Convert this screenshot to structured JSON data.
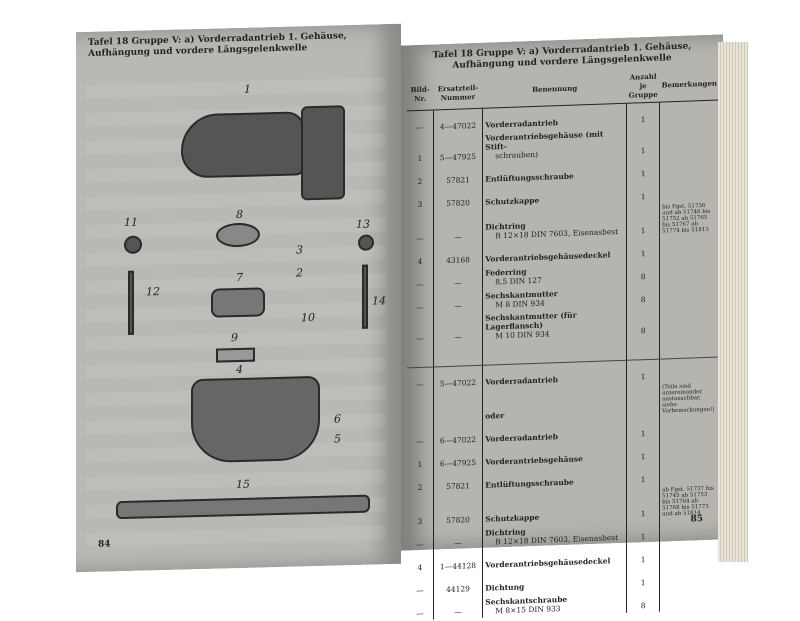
{
  "left_page": {
    "header": "Tafel 18  Gruppe V: a) Vorderradantrieb 1. Gehäuse, Aufhängung und vordere Längsgelenkwelle",
    "part_labels": [
      "1",
      "2",
      "3",
      "4",
      "5",
      "6",
      "7",
      "8",
      "9",
      "10",
      "11",
      "12",
      "13",
      "14",
      "15"
    ],
    "page_number": "84"
  },
  "right_page": {
    "header": "Tafel 18  Gruppe V: a) Vorderradantrieb 1. Gehäuse, Aufhängung und vordere Längsgelenkwelle",
    "columns": [
      "Bild-Nr.",
      "Ersatzteil-Nummer",
      "Benennung",
      "Anzahl je Gruppe",
      "Bemerkungen"
    ],
    "section1": [
      {
        "bild": "—",
        "nr": "4—47022",
        "name": "Vorderradantrieb",
        "sub": "",
        "qty": "1"
      },
      {
        "bild": "1",
        "nr": "5—47925",
        "name": "Vorderantriebsgehäuse (mit Stift-",
        "sub": "schrauben)",
        "qty": "1"
      },
      {
        "bild": "2",
        "nr": "57821",
        "name": "Entlüftungsschraube",
        "sub": "",
        "qty": "1"
      },
      {
        "bild": "3",
        "nr": "57820",
        "name": "Schutzkappe",
        "sub": "",
        "qty": "1"
      },
      {
        "bild": "—",
        "nr": "—",
        "name": "Dichtring",
        "sub": "B 12×18 DIN 7603, Eisenasbest",
        "qty": "1"
      },
      {
        "bild": "4",
        "nr": "43168",
        "name": "Vorderantriebsgehäusedeckel",
        "sub": "",
        "qty": "1"
      },
      {
        "bild": "—",
        "nr": "—",
        "name": "Federring",
        "sub": "8,5 DIN 127",
        "qty": "8"
      },
      {
        "bild": "—",
        "nr": "—",
        "name": "Sechskantmutter",
        "sub": "M 8 DIN 934",
        "qty": "8"
      },
      {
        "bild": "—",
        "nr": "—",
        "name": "Sechskantmutter (für Lagerflansch)",
        "sub": "M 10 DIN 934",
        "qty": "8"
      }
    ],
    "remark1": "bis Fgst. 51736 und ab 51746 bis 51752 ab 51765 bis 51767 ab 51774 bis 51813",
    "section2": [
      {
        "bild": "—",
        "nr": "5—47022",
        "name": "Vorderradantrieb",
        "sub": "",
        "qty": "1"
      },
      {
        "bild": "",
        "nr": "",
        "name": "oder",
        "sub": "",
        "qty": ""
      },
      {
        "bild": "—",
        "nr": "6—47022",
        "name": "Vorderradantrieb",
        "sub": "",
        "qty": "1"
      },
      {
        "bild": "1",
        "nr": "6—47925",
        "name": "Vorderantriebsgehäuse",
        "sub": "",
        "qty": "1"
      },
      {
        "bild": "2",
        "nr": "57821",
        "name": "Entlüftungsschraube",
        "sub": "",
        "qty": "1"
      },
      {
        "bild": "3",
        "nr": "57820",
        "name": "Schutzkappe",
        "sub": "",
        "qty": "1"
      },
      {
        "bild": "—",
        "nr": "—",
        "name": "Dichtring",
        "sub": "B 12×18 DIN 7603, Eisenasbest",
        "qty": "1"
      },
      {
        "bild": "4",
        "nr": "1—44128",
        "name": "Vorderantriebsgehäusedeckel",
        "sub": "",
        "qty": "1"
      },
      {
        "bild": "—",
        "nr": "44129",
        "name": "Dichtung",
        "sub": "",
        "qty": "1"
      },
      {
        "bild": "—",
        "nr": "—",
        "name": "Sechskantschraube",
        "sub": "M 8×15 DIN 933",
        "qty": "8"
      }
    ],
    "interchange_note": "(Teile sind untereinander austauschbar, siehe Vorbemerkungen!)",
    "remark2": "ab Fgst. 51737 bis 51745 ab 51753 bis 51764 ab 51768 bis 51773 und ab 51814",
    "page_number": "85"
  }
}
